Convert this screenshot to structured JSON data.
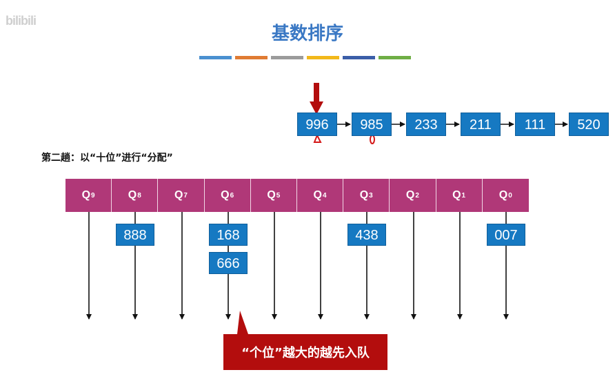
{
  "watermark": "bilibili",
  "title": "基数排序",
  "stripe_colors": [
    "#4a90d0",
    "#e07b33",
    "#9b9b9b",
    "#f2b81a",
    "#3b5ea8",
    "#6fae45"
  ],
  "subtitle": "第二趟：以“十位”进行“分配”",
  "chain": [
    "996",
    "985",
    "233",
    "211",
    "111",
    "520"
  ],
  "queues": [
    {
      "label": "Q",
      "sub": "9"
    },
    {
      "label": "Q",
      "sub": "8"
    },
    {
      "label": "Q",
      "sub": "7"
    },
    {
      "label": "Q",
      "sub": "6"
    },
    {
      "label": "Q",
      "sub": "5"
    },
    {
      "label": "Q",
      "sub": "4"
    },
    {
      "label": "Q",
      "sub": "3"
    },
    {
      "label": "Q",
      "sub": "2"
    },
    {
      "label": "Q",
      "sub": "1"
    },
    {
      "label": "Q",
      "sub": "0"
    }
  ],
  "buckets": {
    "q8": [
      "888"
    ],
    "q6": [
      "168",
      "666"
    ],
    "q3": [
      "438"
    ],
    "q0": [
      "007"
    ]
  },
  "callout": "“个位”越大的越先入队",
  "colors": {
    "title": "#3a78c4",
    "box": "#1679c2",
    "queue": "#b03878",
    "pointer": "#b30d0d",
    "callout": "#b30d0d"
  }
}
